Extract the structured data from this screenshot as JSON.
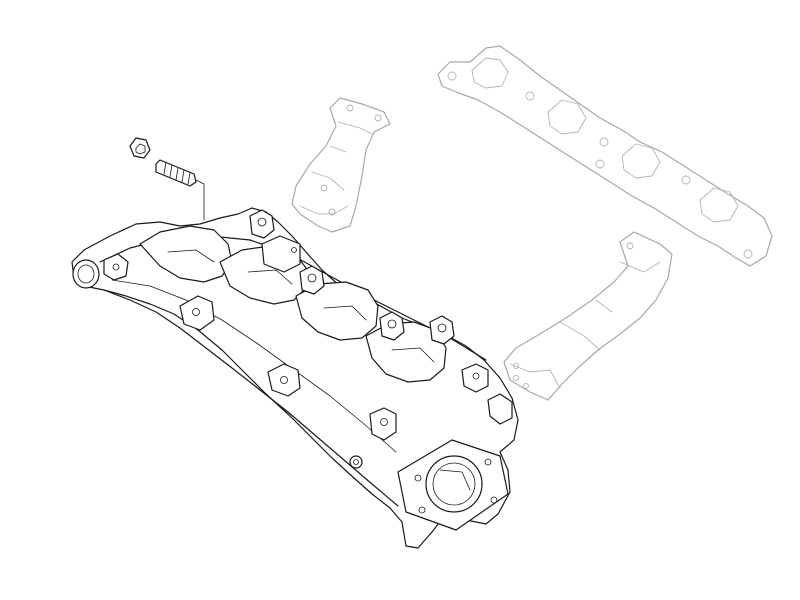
{
  "diagram": {
    "style": "exploded parts line drawing",
    "background_color": "#ffffff",
    "line_color": "#1a1a1a",
    "ghost_line_color": "#a8a8a8",
    "parts": [
      {
        "id": "intake-manifold",
        "icon": "manifold-body"
      },
      {
        "id": "nut",
        "icon": "hex-nut"
      },
      {
        "id": "stud",
        "icon": "threaded-stud"
      },
      {
        "id": "manifold-gasket",
        "icon": "gasket"
      },
      {
        "id": "support-bracket-upper",
        "icon": "bracket"
      },
      {
        "id": "support-bracket-lower",
        "icon": "bracket"
      }
    ]
  }
}
